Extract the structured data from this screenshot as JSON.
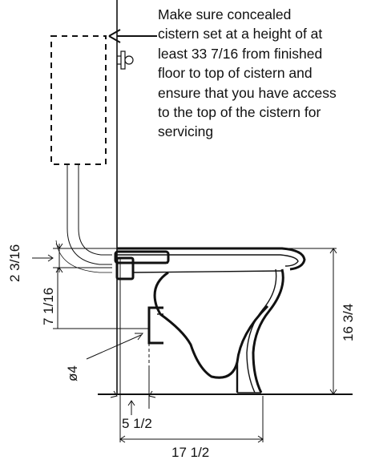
{
  "note": {
    "lines": [
      "Make sure concealed",
      "cistern set at a height of at",
      "least 33 7/16 from finished",
      "floor to top of cistern and",
      "ensure that you have access",
      "to the top of the cistern for",
      "servicing"
    ]
  },
  "dimensions": {
    "pipe_offset": "2 3/16",
    "inlet_height": "7 1/16",
    "pan_height": "16 3/4",
    "outlet_diameter": "ø4",
    "outlet_setback": "5 1/2",
    "projection": "17 1/2"
  }
}
